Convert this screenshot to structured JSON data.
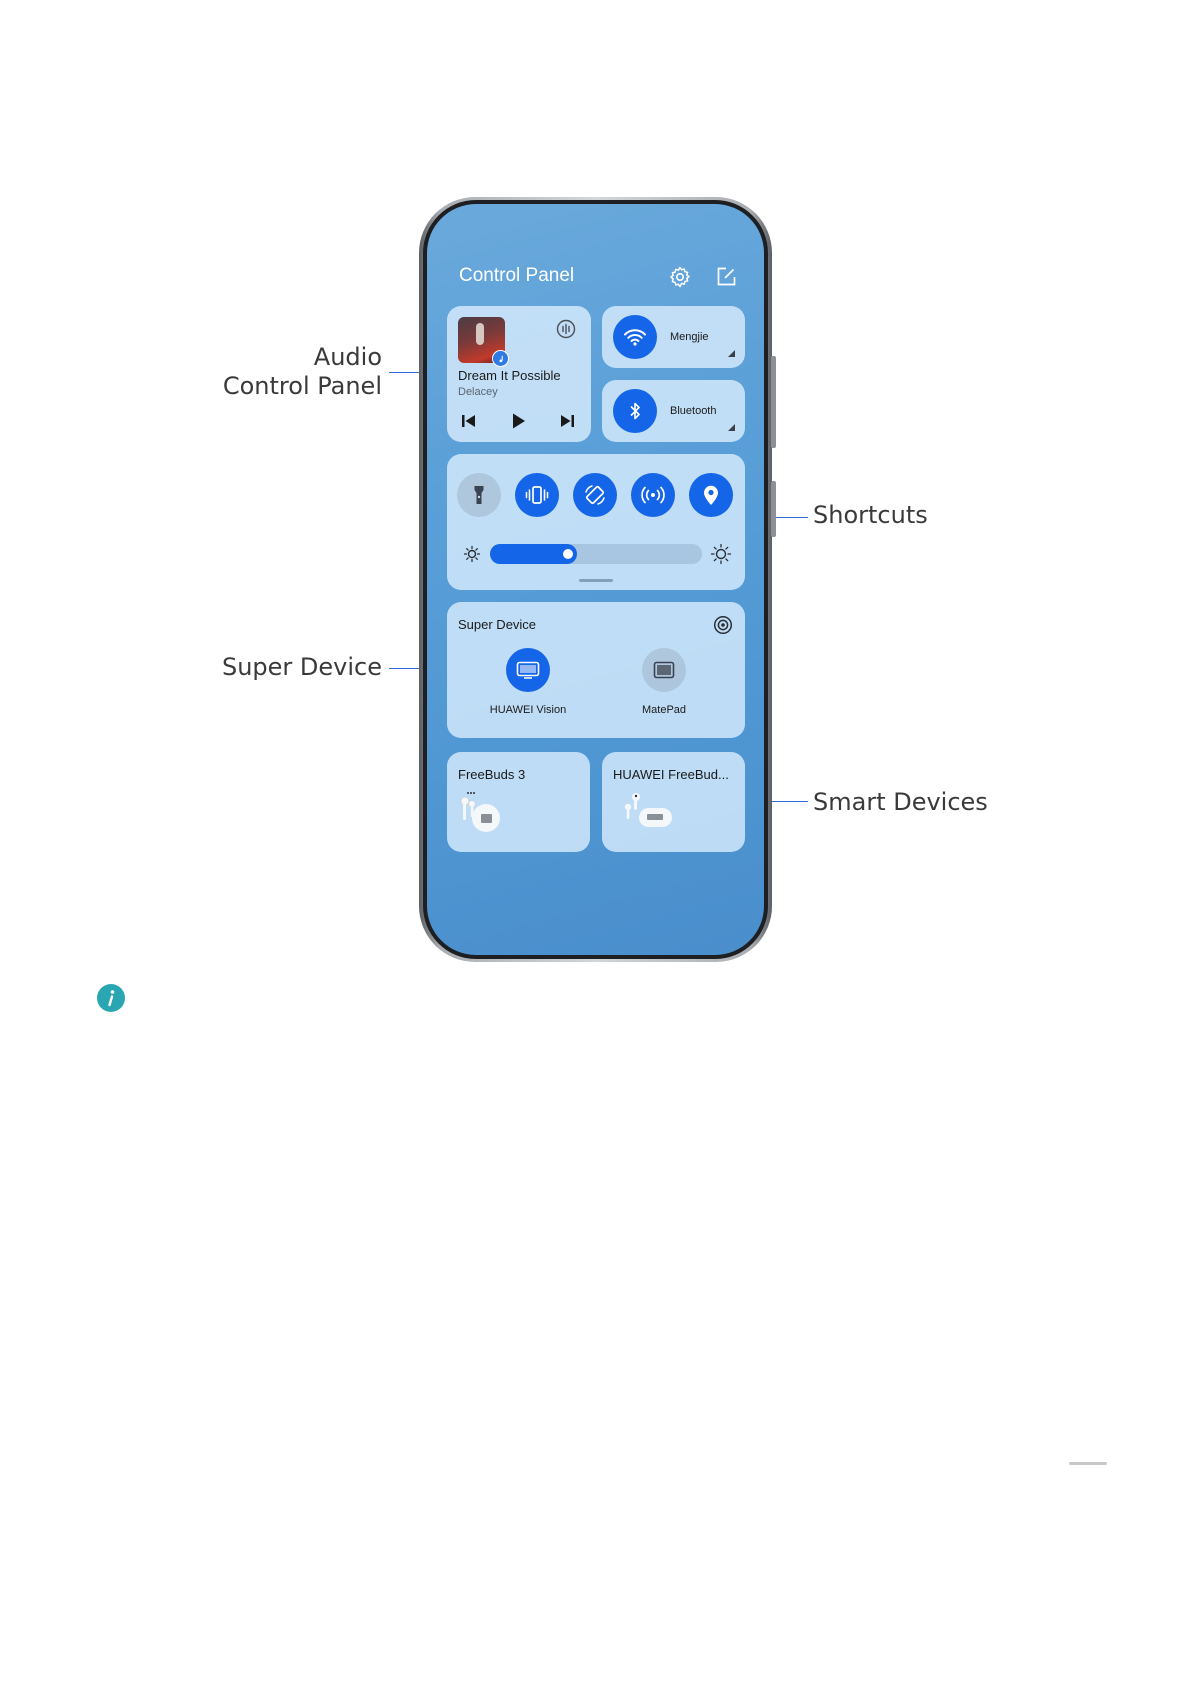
{
  "callouts": {
    "audio_line1": "Audio",
    "audio_line2": "Control Panel",
    "shortcuts": "Shortcuts",
    "super_device": "Super Device",
    "smart_devices": "Smart Devices"
  },
  "control_panel": {
    "title": "Control Panel",
    "settings_icon": "gear-icon",
    "edit_icon": "edit-icon"
  },
  "audio": {
    "song": "Dream It Possible",
    "artist": "Delacey",
    "icons": [
      "album-art",
      "audio-output-icon",
      "previous-icon",
      "play-icon",
      "next-icon"
    ]
  },
  "wifi": {
    "label": "Mengjie",
    "icon": "wifi-icon"
  },
  "bluetooth": {
    "label": "Bluetooth",
    "icon": "bluetooth-icon"
  },
  "shortcuts": {
    "items": [
      {
        "icon": "flashlight-icon",
        "active": false
      },
      {
        "icon": "vibrate-icon",
        "active": true
      },
      {
        "icon": "auto-rotate-icon",
        "active": true
      },
      {
        "icon": "hotspot-icon",
        "active": true
      },
      {
        "icon": "location-icon",
        "active": true
      }
    ],
    "brightness_level": 0.41
  },
  "super_device": {
    "title": "Super Device",
    "devices": [
      {
        "name": "HUAWEI Vision",
        "active": true
      },
      {
        "name": "MatePad",
        "active": false
      }
    ]
  },
  "smart_devices": [
    {
      "name": "FreeBuds 3"
    },
    {
      "name": "HUAWEI FreeBud..."
    }
  ],
  "colors": {
    "accent": "#1565e8",
    "callout_line": "#2f6bd9",
    "note_icon": "#2aa6b3"
  }
}
